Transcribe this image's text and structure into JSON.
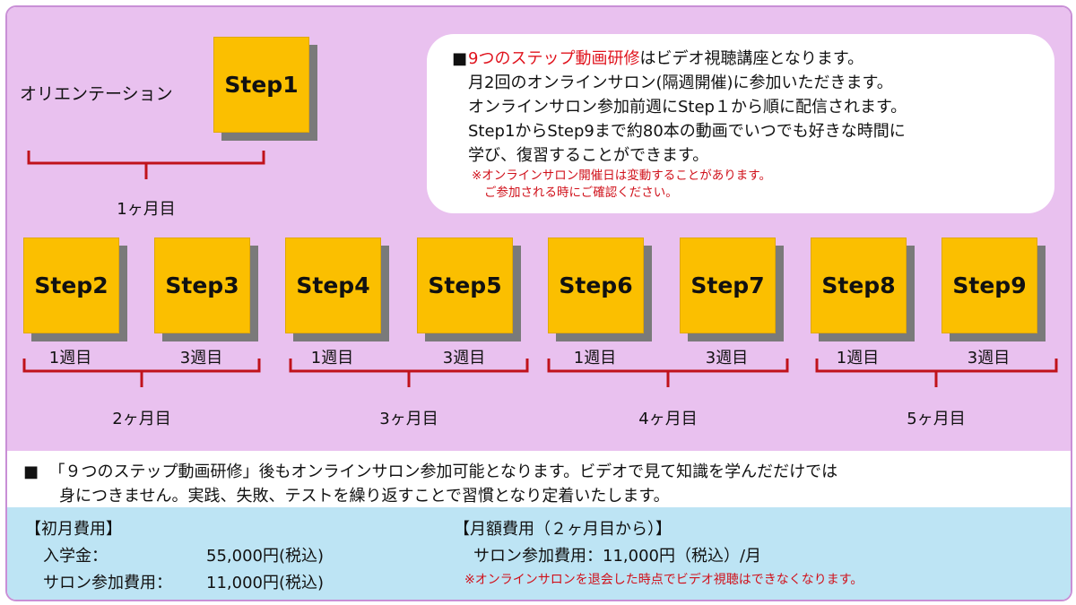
{
  "orientation_label": "オリエンテーション",
  "steps": [
    "Step1",
    "Step2",
    "Step3",
    "Step4",
    "Step5",
    "Step6",
    "Step7",
    "Step8",
    "Step9"
  ],
  "week_labels": [
    "1週目",
    "3週目"
  ],
  "month_labels": [
    "1ヶ月目",
    "2ヶ月目",
    "3ヶ月目",
    "4ヶ月目",
    "5ヶ月目"
  ],
  "info": {
    "bullet": "■",
    "highlight": "9つのステップ動画研修",
    "line1_rest": "はビデオ視聴講座となります。",
    "line2": "月2回のオンラインサロン(隔週開催)に参加いただきます。",
    "line3": "オンラインサロン参加前週にStep１から順に配信されます。",
    "line4": "Step1からStep9まで約80本の動画でいつでも好きな時間に",
    "line5": "学び、復習することができます。",
    "note1": "※オンラインサロン開催日は変動することがあります。",
    "note2": "ご参加される時にご確認ください。"
  },
  "middle": {
    "bullet": "■",
    "line1": "「９つのステップ動画研修」後もオンラインサロン参加可能となります。ビデオで見て知識を学んだだけでは",
    "line2": "身につきません。実践、失敗、テストを繰り返すことで習慣となり定着いたします。"
  },
  "fees": {
    "initial_title": "【初月費用】",
    "admission_label": "入学金：",
    "admission_value": "55,000円(税込)",
    "salon_label": "サロン参加費用：",
    "salon_value": "11,000円(税込)",
    "monthly_title": "【月額費用（２ヶ月目から）】",
    "monthly_line": "サロン参加費用：11,000円（税込）/月",
    "monthly_note": "※オンラインサロンを退会した時点でビデオ視聴はできなくなります。"
  },
  "colors": {
    "step_fill": "#fbbf00",
    "bracket": "#c0121b",
    "top_bg": "#e9c1ef",
    "fee_bg": "#bde4f4",
    "accent_red": "#e0141e"
  }
}
